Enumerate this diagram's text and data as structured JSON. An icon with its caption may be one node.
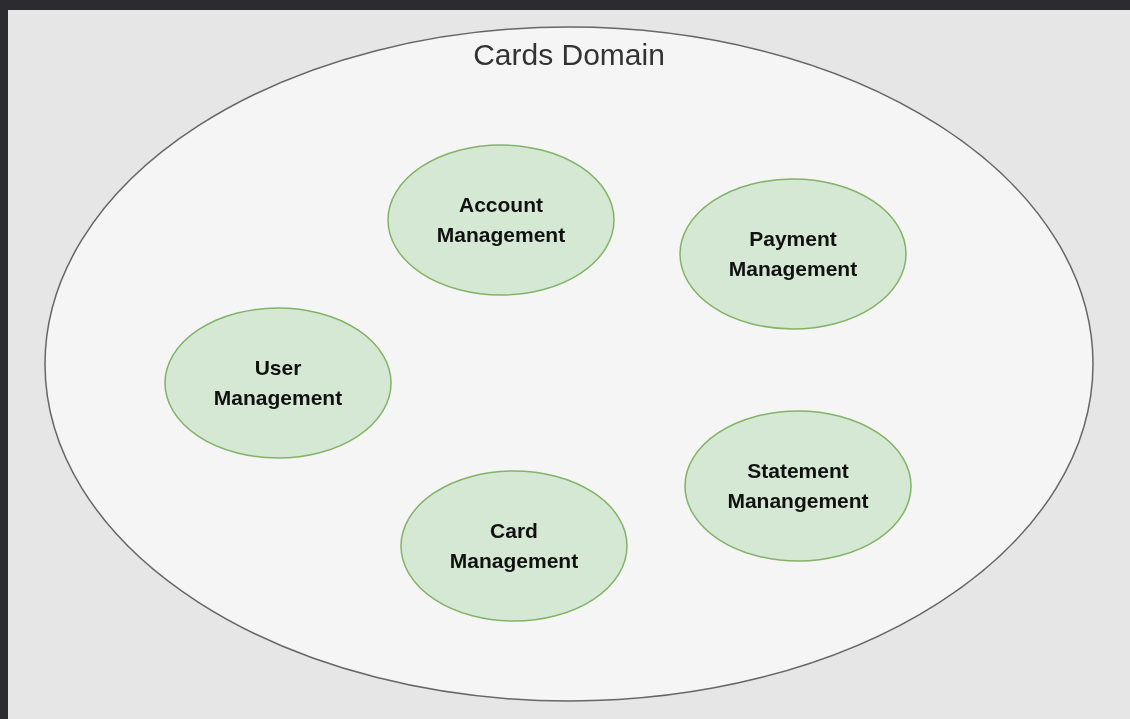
{
  "diagram": {
    "nodes": [
      {
        "text": [
          "Cards Domain"
        ]
      },
      {
        "text": [
          "Account Management"
        ],
        "in": 0
      },
      {
        "text": [
          "Payment Management"
        ],
        "in": 0
      },
      {
        "text": [
          "User Management"
        ],
        "in": 0
      },
      {
        "text": [
          "Statement Manangement"
        ],
        "in": 0
      },
      {
        "text": [
          "Card Management"
        ],
        "in": 0
      }
    ]
  }
}
